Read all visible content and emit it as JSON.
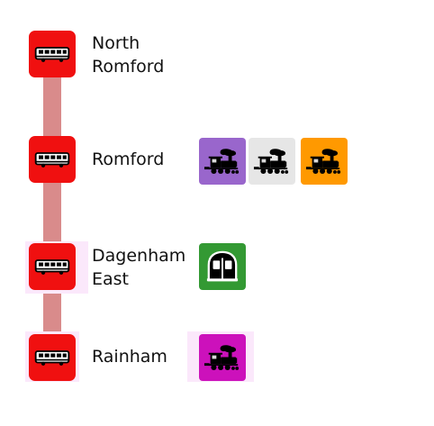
{
  "route": {
    "line_color": "#d98b8b",
    "stop_color": "#f01010",
    "stop_icon": "bus-icon"
  },
  "stops": [
    {
      "name_line1": "North",
      "name_line2": "Romford",
      "connections": []
    },
    {
      "name_line1": "Romford",
      "name_line2": "",
      "connections": [
        {
          "icon": "steam-train-icon",
          "color": "#9966cc"
        },
        {
          "icon": "steam-train-icon",
          "color": "#e6e6e6"
        },
        {
          "icon": "steam-train-icon",
          "color": "#ff9900"
        }
      ]
    },
    {
      "name_line1": "Dagenham",
      "name_line2": "East",
      "connections": [
        {
          "icon": "underground-train-icon",
          "color": "#339933"
        }
      ]
    },
    {
      "name_line1": "Rainham",
      "name_line2": "",
      "connections": [
        {
          "icon": "steam-train-icon",
          "color": "#cc11bb"
        }
      ]
    }
  ]
}
